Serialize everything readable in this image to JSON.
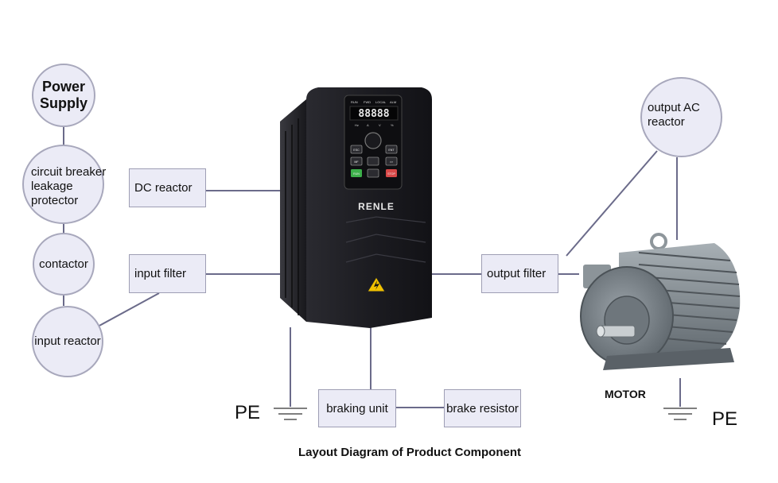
{
  "diagram": {
    "caption": "Layout Diagram of Product Component",
    "left_chain": {
      "power_supply": "Power\nSupply",
      "circuit_breaker": "circuit breaker\nleakage\nprotector",
      "contactor": "contactor",
      "input_reactor": "input reactor"
    },
    "boxes": {
      "dc_reactor": "DC reactor",
      "input_filter": "input filter",
      "output_filter": "output filter",
      "braking_unit": "braking unit",
      "brake_resistor": "brake resistor"
    },
    "output_ac_reactor": "output AC\nreactor",
    "pe_left": "PE",
    "pe_right": "PE",
    "motor_label": "MOTOR",
    "vfd": {
      "brand": "RENLE",
      "display": "88888",
      "indicators": [
        "RUN",
        "FWD",
        "LOCAL",
        "ALM"
      ],
      "units": [
        "Hz",
        "A",
        "V",
        "%"
      ],
      "keys": [
        "ESC",
        "ENT",
        "MF",
        ">>",
        "RUN",
        "STOP"
      ]
    },
    "colors": {
      "node_fill": "#ebebf6",
      "node_border": "#a8a8bc",
      "line": "#6b6b8a",
      "vfd_body": "#1f1f24"
    }
  }
}
